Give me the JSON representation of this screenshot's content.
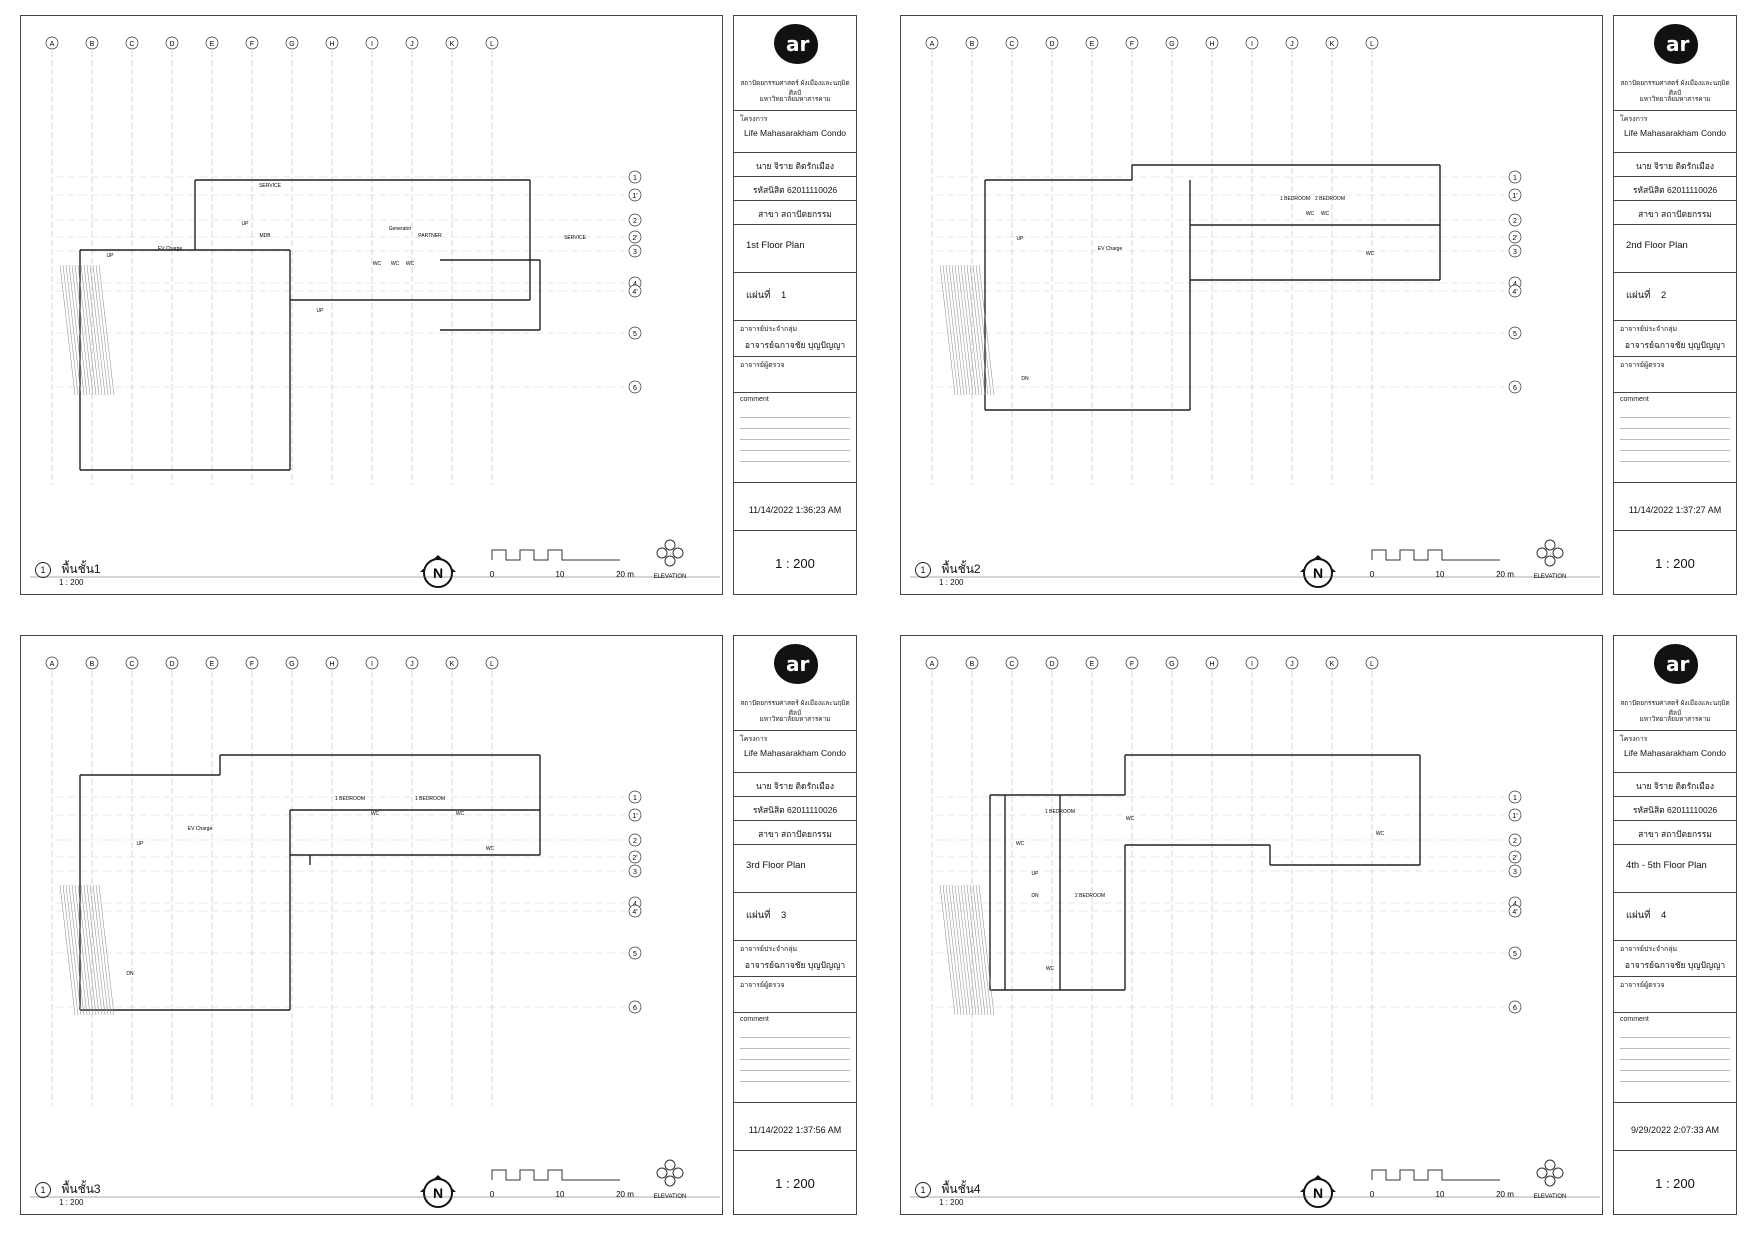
{
  "sheets": [
    {
      "plan_title": "พื้นชั้น1",
      "plan_number": "1",
      "plan_scale": "1 : 200",
      "school_line1": "สถาปัตยกรรมศาสตร์ ผังเมืองและนฤมิตศิลป์",
      "school_line2": "มหาวิทยาลัยมหาสารคาม",
      "project_label": "โครงการ",
      "project_name": "Life Mahasarakham Condo",
      "student": "นาย จิราย ติดรักเมือง",
      "student_id": "รหัสนิสิต 62011110026",
      "major": "สาขา สถาปัตยกรรม",
      "sheet_name": "1st Floor Plan",
      "sheet_no_label": "แผ่นที่",
      "sheet_no": "1",
      "advisor_label": "อาจารย์ประจำกลุ่ม",
      "advisor": "อาจารย์ฉกาจชัย  บุญปัญญา",
      "examiner_label": "อาจารย์ผู้ตรวจ",
      "comment_label": "comment",
      "date": "11/14/2022 1:36:23 AM",
      "scale": "1 : 200",
      "north": "N",
      "elevation": "ELEVATION",
      "scalebar": [
        "0",
        "10",
        "20 m"
      ]
    },
    {
      "plan_title": "พื้นชั้น2",
      "plan_number": "1",
      "plan_scale": "1 : 200",
      "school_line1": "สถาปัตยกรรมศาสตร์ ผังเมืองและนฤมิตศิลป์",
      "school_line2": "มหาวิทยาลัยมหาสารคาม",
      "project_label": "โครงการ",
      "project_name": "Life Mahasarakham Condo",
      "student": "นาย จิราย ติดรักเมือง",
      "student_id": "รหัสนิสิต 62011110026",
      "major": "สาขา สถาปัตยกรรม",
      "sheet_name": "2nd Floor Plan",
      "sheet_no_label": "แผ่นที่",
      "sheet_no": "2",
      "advisor_label": "อาจารย์ประจำกลุ่ม",
      "advisor": "อาจารย์ฉกาจชัย  บุญปัญญา",
      "examiner_label": "อาจารย์ผู้ตรวจ",
      "comment_label": "comment",
      "date": "11/14/2022 1:37:27 AM",
      "scale": "1 : 200",
      "north": "N",
      "elevation": "ELEVATION",
      "scalebar": [
        "0",
        "10",
        "20 m"
      ]
    },
    {
      "plan_title": "พื้นชั้น3",
      "plan_number": "1",
      "plan_scale": "1 : 200",
      "school_line1": "สถาปัตยกรรมศาสตร์ ผังเมืองและนฤมิตศิลป์",
      "school_line2": "มหาวิทยาลัยมหาสารคาม",
      "project_label": "โครงการ",
      "project_name": "Life Mahasarakham Condo",
      "student": "นาย จิราย ติดรักเมือง",
      "student_id": "รหัสนิสิต 62011110026",
      "major": "สาขา สถาปัตยกรรม",
      "sheet_name": "3rd Floor Plan",
      "sheet_no_label": "แผ่นที่",
      "sheet_no": "3",
      "advisor_label": "อาจารย์ประจำกลุ่ม",
      "advisor": "อาจารย์ฉกาจชัย  บุญปัญญา",
      "examiner_label": "อาจารย์ผู้ตรวจ",
      "comment_label": "comment",
      "date": "11/14/2022 1:37:56 AM",
      "scale": "1 : 200",
      "north": "N",
      "elevation": "ELEVATION",
      "scalebar": [
        "0",
        "10",
        "20 m"
      ]
    },
    {
      "plan_title": "พื้นชั้น4",
      "plan_number": "1",
      "plan_scale": "1 : 200",
      "school_line1": "สถาปัตยกรรมศาสตร์ ผังเมืองและนฤมิตศิลป์",
      "school_line2": "มหาวิทยาลัยมหาสารคาม",
      "project_label": "โครงการ",
      "project_name": "Life Mahasarakham Condo",
      "student": "นาย จิราย ติดรักเมือง",
      "student_id": "รหัสนิสิต 62011110026",
      "major": "สาขา สถาปัตยกรรม",
      "sheet_name": "4th - 5th Floor Plan",
      "sheet_no_label": "แผ่นที่",
      "sheet_no": "4",
      "advisor_label": "อาจารย์ประจำกลุ่ม",
      "advisor": "อาจารย์ฉกาจชัย  บุญปัญญา",
      "examiner_label": "อาจารย์ผู้ตรวจ",
      "comment_label": "comment",
      "date": "9/29/2022 2:07:33 AM",
      "scale": "1 : 200",
      "north": "N",
      "elevation": "ELEVATION",
      "scalebar": [
        "0",
        "10",
        "20 m"
      ]
    }
  ],
  "grid_letters": [
    "A",
    "B",
    "C",
    "D",
    "E",
    "F",
    "G",
    "H",
    "I",
    "J",
    "K",
    "L"
  ],
  "grid_numbers": [
    "1",
    "1'",
    "2",
    "2'",
    "3",
    "4",
    "4'",
    "5",
    "6"
  ],
  "room_labels": {
    "plan1": [
      "SERVICE",
      "SERVICE",
      "EV Charge",
      "UP",
      "UP",
      "UP",
      "MDB",
      "Generator",
      "PARTNER",
      "WC",
      "WC",
      "WC"
    ],
    "plan2": [
      "EV Charge",
      "UP",
      "DN",
      "1 BEDROOM",
      "2 BEDROOM",
      "WC",
      "WC",
      "WC"
    ],
    "plan3": [
      "EV Charge",
      "UP",
      "DN",
      "1 BEDROOM",
      "1 BEDROOM",
      "WC",
      "WC",
      "WC"
    ],
    "plan4": [
      "UP",
      "DN",
      "1 BEDROOM",
      "2 BEDROOM",
      "WC",
      "WC",
      "WC",
      "WC"
    ]
  },
  "colors": {
    "line": "#333333",
    "hatch": "#888888",
    "logo": "#111111"
  }
}
